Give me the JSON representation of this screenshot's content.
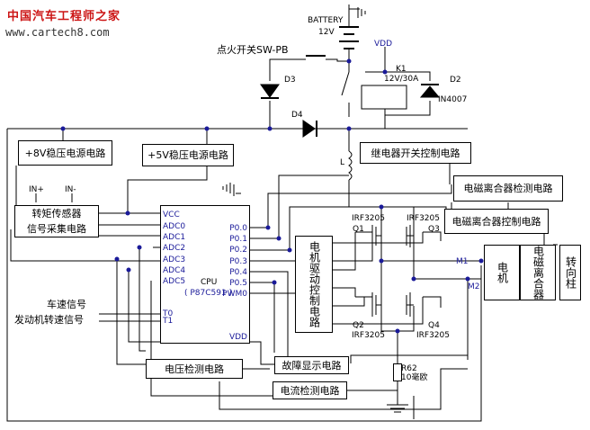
{
  "watermark": {
    "cn": "中国汽车工程师之家",
    "url": "www.cartech8.com"
  },
  "battery": {
    "label": "BATTERY",
    "voltage": "12V"
  },
  "switch_label": "点火开关SW-PB",
  "vdd_top": "VDD",
  "relay": {
    "name": "K1",
    "rating": "12V/30A"
  },
  "diodes": {
    "d2": "D2",
    "d2_part": "IN4007",
    "d3": "D3",
    "d4": "D4"
  },
  "inductor": "L",
  "blocks": {
    "reg8": "+8V稳压电源电路",
    "reg5": "+5V稳压电源电路",
    "relay_ctrl": "继电器开关控制电路",
    "clutch_det": "电磁离合器检测电路",
    "clutch_ctrl": "电磁离合器控制电路",
    "torque_1": "转矩传感器",
    "torque_2": "信号采集电路",
    "motor_drv": "电机驱动控制电路",
    "motor": "电机",
    "clutch": "电磁离合器",
    "steering": "转向柱",
    "fault": "故障显示电路",
    "volt_det": "电压检测电路",
    "curr_det": "电流检测电路"
  },
  "torque_pins": {
    "in_pos": "IN+",
    "in_neg": "IN-"
  },
  "cpu": {
    "name": "CPU",
    "part": "( P87C591 )",
    "left_pins": [
      "VCC",
      "ADC0",
      "ADC1",
      "ADC2",
      "ADC3",
      "ADC4",
      "ADC5"
    ],
    "right_pins": [
      "P0.0",
      "P0.1",
      "P0.2",
      "P0.3",
      "P0.4",
      "P0.5",
      "PWM0"
    ],
    "t_pins": [
      "T0",
      "T1"
    ],
    "vdd": "VDD"
  },
  "mosfets": {
    "q1": "Q1",
    "q2": "Q2",
    "q3": "Q3",
    "q4": "Q4",
    "part": "IRF3205"
  },
  "motor_nodes": {
    "m1": "M1",
    "m2": "M2"
  },
  "shunt": {
    "name": "R62",
    "value": "10毫欧"
  },
  "inputs": {
    "speed": "车速信号",
    "engine": "发动机转速信号"
  }
}
